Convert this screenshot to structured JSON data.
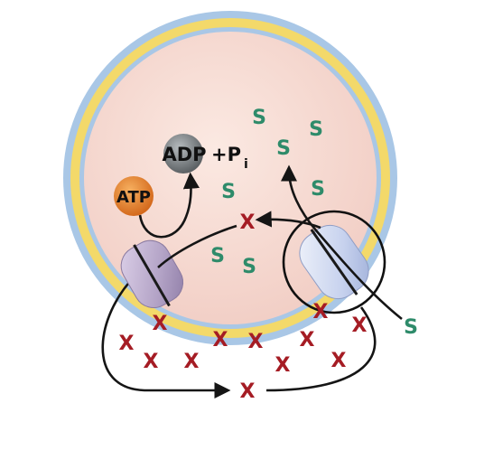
{
  "labels": {
    "adp": "ADP",
    "pi_plus": "+P",
    "pi_sub": "i",
    "atp": "ATP"
  },
  "molecules": {
    "substrate": "S",
    "exported": "X"
  },
  "colors": {
    "cytoplasm": "#f7dcd3",
    "membrane_outer": "#a9c7e6",
    "membrane_inner": "#f3d96a",
    "atp_ball": "#e8892a",
    "adp_ball": "#7f8486",
    "s_color": "#2e8b6a",
    "x_color": "#a51c24",
    "pump_color": "#b6a6c6",
    "symporter_color": "#c9d3ee",
    "arrow_color": "#151515",
    "highlight_circle": "#111111"
  }
}
